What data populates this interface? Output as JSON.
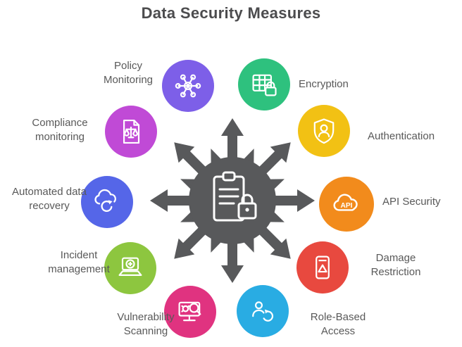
{
  "title": "Data Security Measures",
  "center": {
    "icon": "clipboard-lock-icon",
    "color": "#58595b"
  },
  "items": [
    {
      "id": "policy-monitoring",
      "label": "Policy\nMonitoring",
      "color": "#7d5fe8",
      "icon": "network-share-icon"
    },
    {
      "id": "encryption",
      "label": "Encryption",
      "color": "#2ec17e",
      "icon": "table-lock-icon"
    },
    {
      "id": "authentication",
      "label": "Authentication",
      "color": "#f2c114",
      "icon": "shield-user-icon"
    },
    {
      "id": "api-security",
      "label": "API Security",
      "color": "#f28b1c",
      "icon": "cloud-api-icon"
    },
    {
      "id": "damage-restriction",
      "label": "Damage\nRestriction",
      "color": "#e8493f",
      "icon": "disposal-door-icon"
    },
    {
      "id": "role-based-access",
      "label": "Role-Based\nAccess",
      "color": "#29ace3",
      "icon": "users-sync-icon"
    },
    {
      "id": "vulnerability-scanning",
      "label": "Vulnerability\nScanning",
      "color": "#e03380",
      "icon": "bug-scan-icon"
    },
    {
      "id": "incident-management",
      "label": "Incident\nmanagement",
      "color": "#8dc63f",
      "icon": "laptop-medical-icon"
    },
    {
      "id": "automated-data-recovery",
      "label": "Automated data\nrecovery",
      "color": "#5566e8",
      "icon": "cloud-sync-icon"
    },
    {
      "id": "compliance-monitoring",
      "label": "Compliance\nmonitoring",
      "color": "#c04ad6",
      "icon": "document-scales-icon"
    }
  ]
}
